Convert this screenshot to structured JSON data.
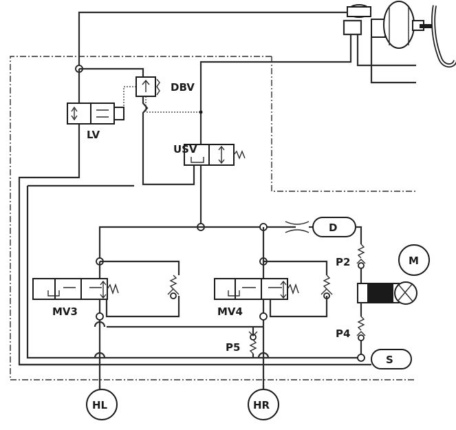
{
  "labels": {
    "dbv": "DBV",
    "lv": "LV",
    "usv": "USV",
    "mv3": "MV3",
    "mv4": "MV4",
    "d": "D",
    "s": "S",
    "p2": "P2",
    "p4": "P4",
    "p5": "P5",
    "m": "M",
    "hl": "HL",
    "hr": "HR"
  },
  "colors": {
    "ink": "#1a1a1a",
    "paper": "#ffffff"
  }
}
